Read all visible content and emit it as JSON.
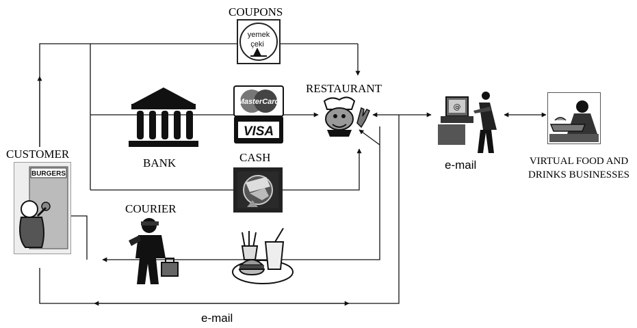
{
  "labels": {
    "coupons": "COUPONS",
    "restaurant": "RESTAURANT",
    "bank": "BANK",
    "cash": "CASH",
    "customer": "CUSTOMER",
    "courier": "COURIER",
    "email_right": "e-mail",
    "email_bottom": "e-mail",
    "virtual_line1": "VIRTUAL FOOD AND",
    "virtual_line2": "DRINKS BUSINESSES"
  },
  "icon_text": {
    "coupon_line1": "yemek",
    "coupon_line2": "çeki",
    "mastercard": "MasterCard",
    "visa": "VISA",
    "burgers_sign": "BURGERS"
  },
  "colors": {
    "ink": "#111111",
    "background": "#ffffff"
  }
}
